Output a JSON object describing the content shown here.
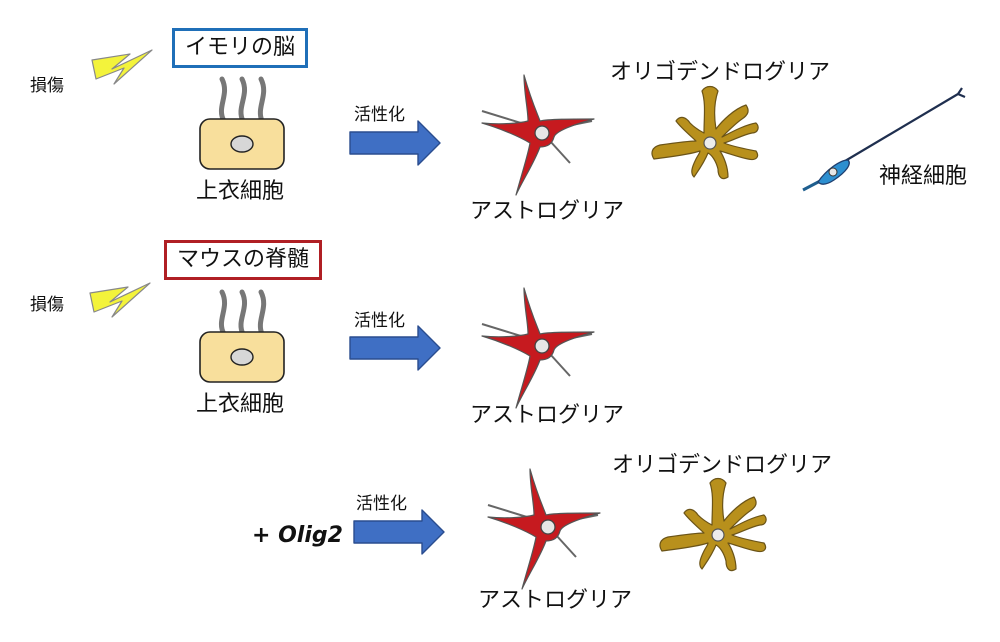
{
  "rows": [
    {
      "title": "イモリの脳",
      "injury": "損傷",
      "cell": "上衣細胞",
      "arrow": "活性化",
      "astro": "アストログリア",
      "oligo": "オリゴデンドログリア",
      "neuron": "神経細胞"
    },
    {
      "title": "マウスの脊髄",
      "injury": "損傷",
      "cell": "上衣細胞",
      "arrow": "活性化",
      "astro": "アストログリア"
    },
    {
      "prefix": "+ ",
      "gene": "Olig2",
      "arrow": "活性化",
      "astro": "アストログリア",
      "oligo": "オリゴデンドログリア"
    }
  ],
  "colors": {
    "blue_box": "#1f6fb8",
    "red_box": "#b01f24",
    "arrow": "#3f6fc4",
    "astrocyte": "#c61a1f",
    "oligodendrocyte": "#b8901c",
    "neuron": "#2d8fd0",
    "ependymal": "#f8df9c",
    "lightning": "#f3f33b"
  }
}
